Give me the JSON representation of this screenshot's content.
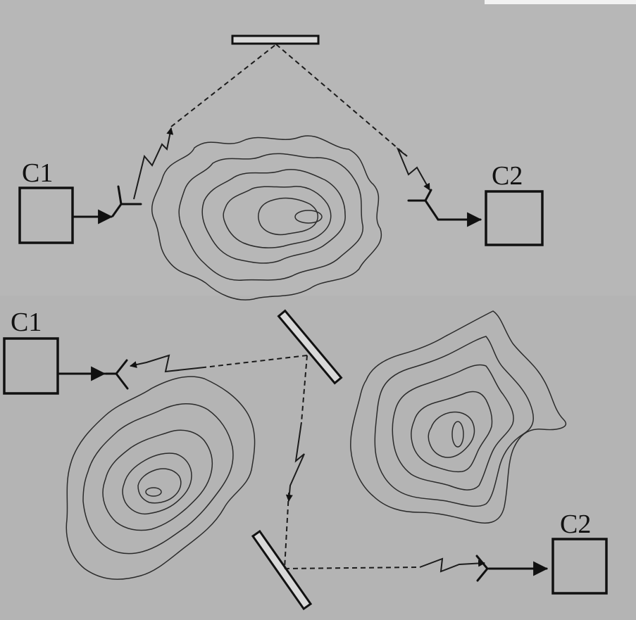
{
  "labels": {
    "top_c1": "C1",
    "top_c2": "C2",
    "bottom_c1": "C1",
    "bottom_c2": "C2"
  },
  "colors": {
    "background": "#b4b4b4",
    "ink": "#151515"
  }
}
